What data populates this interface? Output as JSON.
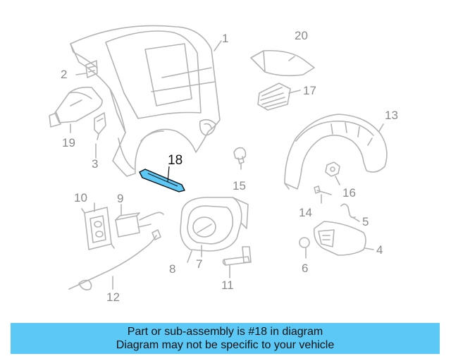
{
  "callouts": {
    "c1": "1",
    "c2": "2",
    "c3": "3",
    "c4": "4",
    "c5": "5",
    "c6": "6",
    "c7": "7",
    "c8": "8",
    "c9": "9",
    "c10": "10",
    "c11": "11",
    "c12": "12",
    "c13": "13",
    "c14": "14",
    "c15": "15",
    "c16": "16",
    "c17": "17",
    "c18": "18",
    "c19": "19",
    "c20": "20"
  },
  "banner": {
    "line1": "Part or sub-assembly is #18 in diagram",
    "line2": "Diagram may not be specific to your vehicle"
  },
  "colors": {
    "line_art": "#b4b4b4",
    "highlight_fill": "#5bc8f5",
    "banner_bg": "#5bc8f5"
  },
  "icons": [
    "quarter-panel",
    "fuel-door-housing",
    "fuel-filler-door",
    "fender-liner",
    "harness-connector",
    "release-cable",
    "hinge",
    "bracket",
    "clip",
    "bolt",
    "nut",
    "spring",
    "bumper-pad",
    "deflector",
    "seal-pad",
    "vent-grille",
    "highlighted-part-18"
  ]
}
